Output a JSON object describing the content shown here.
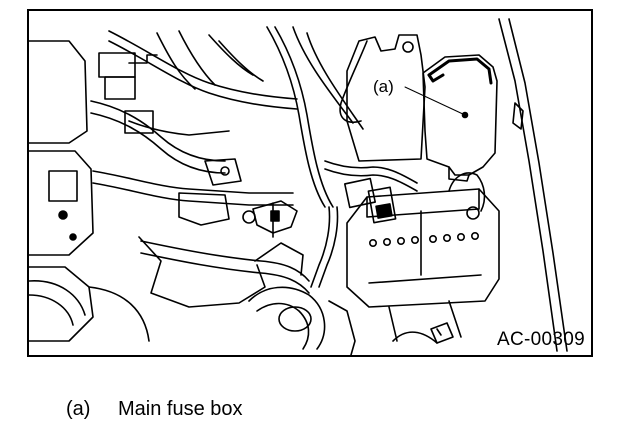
{
  "figure": {
    "id": "AC-00309",
    "callout": "(a)"
  },
  "legend": {
    "items": [
      {
        "key": "(a)",
        "label": "Main fuse box"
      }
    ]
  }
}
